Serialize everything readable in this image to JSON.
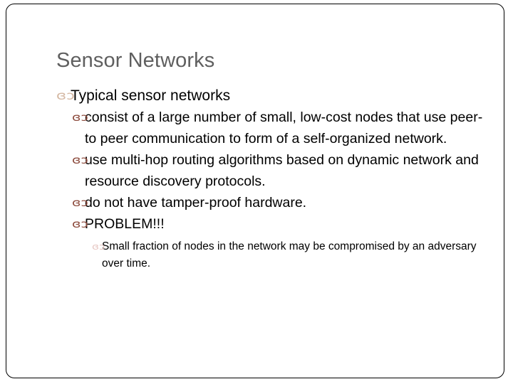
{
  "slide": {
    "title": "Sensor Networks",
    "title_color": "#5f5f5f",
    "border_color": "#000000",
    "background_color": "#ffffff"
  },
  "bullets": {
    "glyph": "ɞɔ",
    "level1_color": "#d5b9a4",
    "level2_color": "#8c4a3c",
    "level3_color": "#e6c6c2"
  },
  "content": {
    "level1": [
      {
        "text": "Typical sensor networks",
        "children": [
          {
            "text": "consist of a large number of small, low-cost nodes that use peer-to peer communication to form of a self-organized network.",
            "children": []
          },
          {
            "text": "use multi-hop routing algorithms based on dynamic network and resource discovery protocols.",
            "children": []
          },
          {
            "text": "do not have tamper-proof hardware.",
            "children": []
          },
          {
            "text": "PROBLEM!!!",
            "children": [
              {
                "text": "Small fraction of nodes in the network may be compromised by an adversary over time."
              }
            ]
          }
        ]
      }
    ]
  }
}
